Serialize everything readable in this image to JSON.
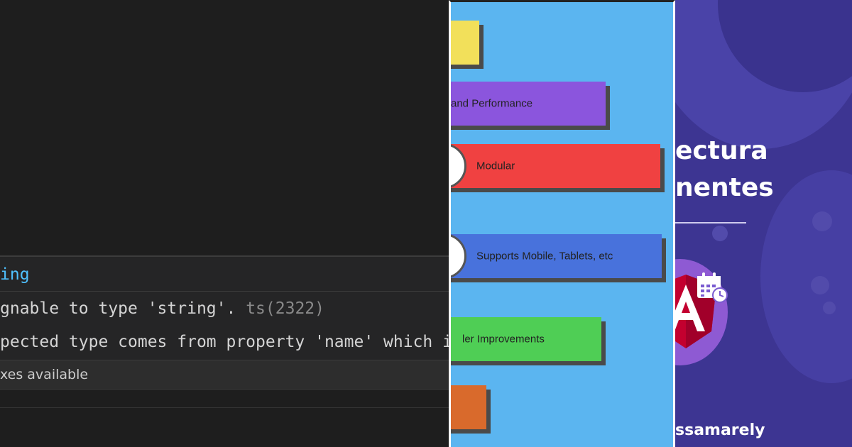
{
  "editor": {
    "hover": {
      "title": "ing",
      "message_line1": "gnable to type 'string'.",
      "error_code": "ts(2322)",
      "message_line2": "pected type comes from property 'name' which is",
      "quick_fix": "xes available"
    },
    "colors": {
      "background": "#1e1e1e",
      "hover_bg": "#252526",
      "type_color": "#4fc1ff"
    }
  },
  "infographic": {
    "background": "#5bb5f0",
    "bars": [
      {
        "label": "",
        "color": "#f2e05a"
      },
      {
        "label": "and Performance",
        "color": "#8b55dd"
      },
      {
        "label": "Modular",
        "color": "#f04141"
      },
      {
        "label": "Supports Mobile, Tablets, etc",
        "color": "#4872dc"
      },
      {
        "label": "ler Improvements",
        "color": "#4fce55"
      },
      {
        "label": "",
        "color": "#d96a2c"
      }
    ]
  },
  "promo": {
    "background": "#3d3592",
    "title_line1": "ectura",
    "title_line2": "nentes",
    "author": "ssamarely",
    "icons": [
      "angular-logo-icon",
      "calendar-clock-icon"
    ]
  }
}
